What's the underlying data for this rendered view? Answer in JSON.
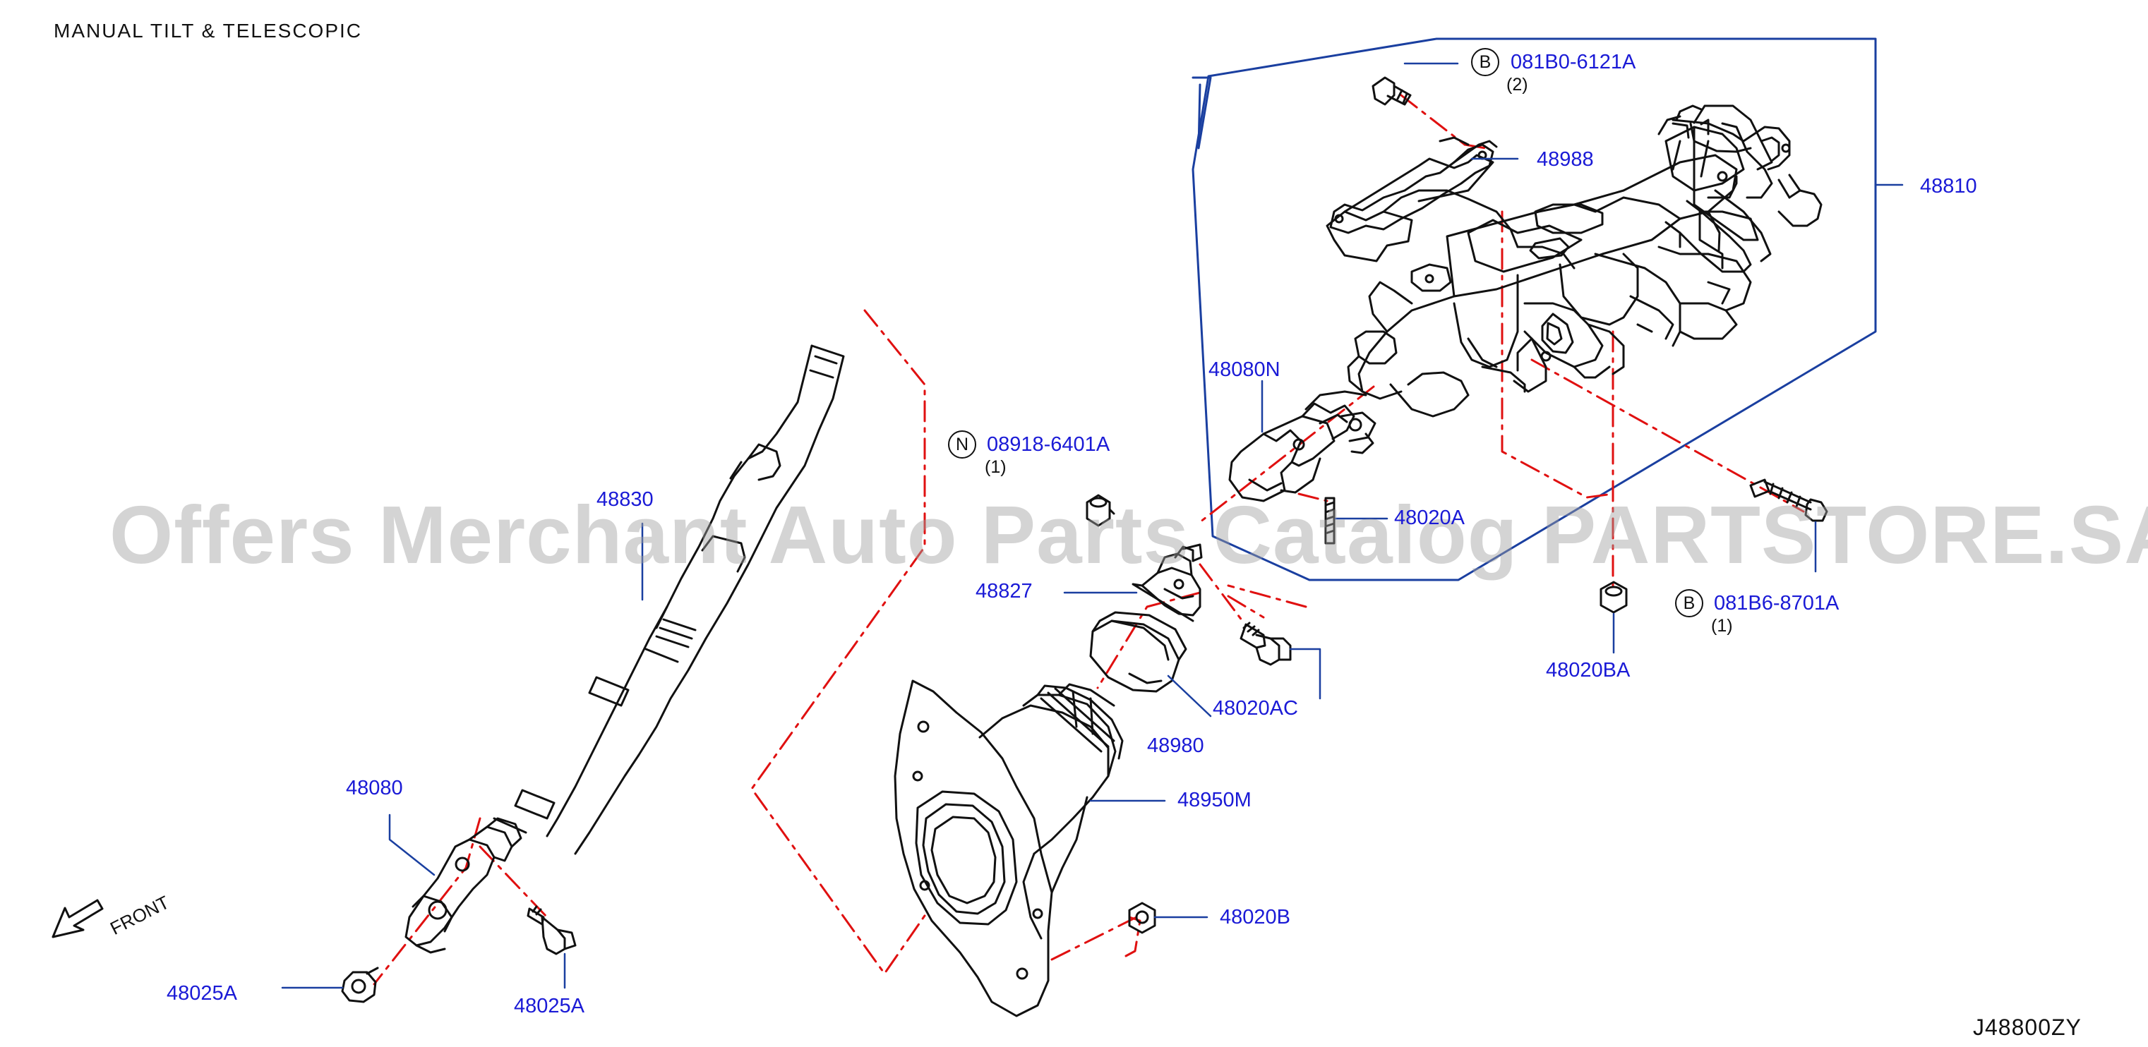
{
  "header": {
    "title": "MANUAL  TILT  &  TELESCOPIC"
  },
  "watermark": "Offers Merchant Auto Parts Catalog PARTSTORE.SA",
  "diagram_code": "J48800ZY",
  "front_label": "FRONT",
  "parts": {
    "p48810": "48810",
    "p48988": "48988",
    "p081B0": "081B0-6121A",
    "p081B0_qty": "(2)",
    "p081B0_symbol": "B",
    "p48080N": "48080N",
    "p08918": "08918-6401A",
    "p08918_qty": "(1)",
    "p08918_symbol": "N",
    "p48020A": "48020A",
    "p48827": "48827",
    "p48020AC": "48020AC",
    "p48980": "48980",
    "p48950M": "48950M",
    "p48020B": "48020B",
    "p48020BA": "48020BA",
    "p081B6": "081B6-8701A",
    "p081B6_qty": "(1)",
    "p081B6_symbol": "B",
    "p48830": "48830",
    "p48080": "48080",
    "p48025A_left": "48025A",
    "p48025A_right": "48025A"
  },
  "colors": {
    "label": "#1a1ad6",
    "leader": "#1a3fa0",
    "dashed": "#e01010",
    "outline": "#111111"
  }
}
